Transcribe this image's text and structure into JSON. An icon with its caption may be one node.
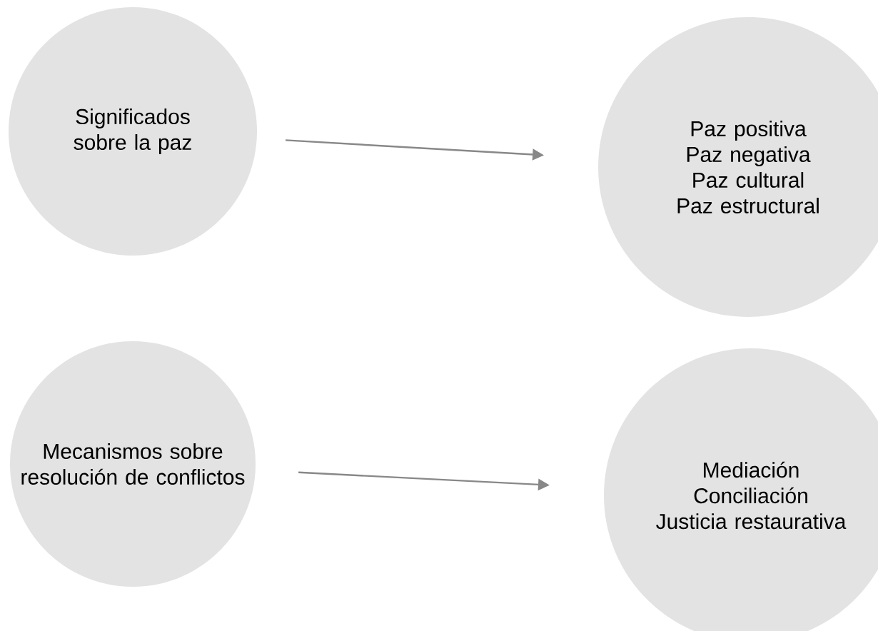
{
  "diagram": {
    "nodes": [
      {
        "text": [
          "Significados sobre la paz"
        ]
      },
      {
        "text": [
          "Paz positiva",
          "Paz negativa",
          "Paz cultural",
          "Paz estructural"
        ]
      },
      {
        "text": [
          "Mecanismos sobre resolución de conflictos"
        ]
      },
      {
        "text": [
          "Mediación",
          "Conciliación",
          "Justicia restaurativa"
        ]
      }
    ],
    "edges": [
      {
        "from": 0,
        "to": 1,
        "arrow": "to"
      },
      {
        "from": 2,
        "to": 3,
        "arrow": "to"
      }
    ]
  }
}
